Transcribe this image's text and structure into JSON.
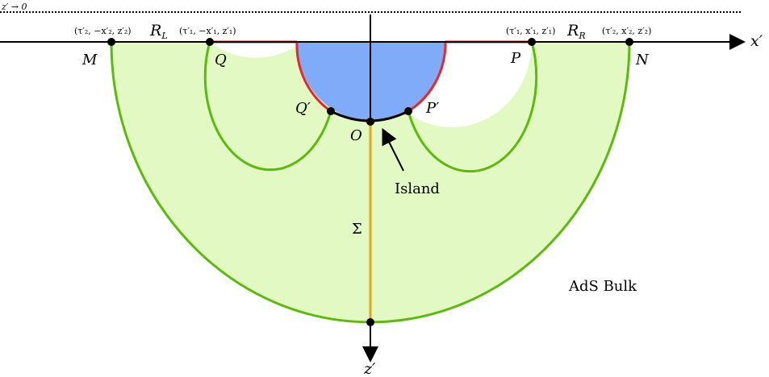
{
  "top_limit_label": "z′ → 0",
  "axes": {
    "x_label": "x′",
    "z_label": "z′"
  },
  "regions": {
    "left": "R",
    "left_sub": "L",
    "right": "R",
    "right_sub": "R"
  },
  "points": {
    "M": "M",
    "Q": "Q",
    "P": "P",
    "N": "N",
    "Q_prime": "Q′",
    "P_prime": "P′",
    "O": "O"
  },
  "coords": {
    "M": "(τ′₂, −x′₂, z′₂)",
    "Q": "(τ′₁, −x′₁, z′₁)",
    "P": "(τ′₁, x′₁, z′₁)",
    "N": "(τ′₂, x′₂, z′₂)"
  },
  "island_label": "Island",
  "sigma_label": "Σ",
  "bulk_label": "AdS Bulk",
  "colors": {
    "bulk_fill": "#e3f9c4",
    "island_fill": "#80abf8",
    "green_curve": "#5bbb0b",
    "red_curve": "#e8262b",
    "sigma_line": "#e0a71a",
    "axis": "#000000"
  }
}
